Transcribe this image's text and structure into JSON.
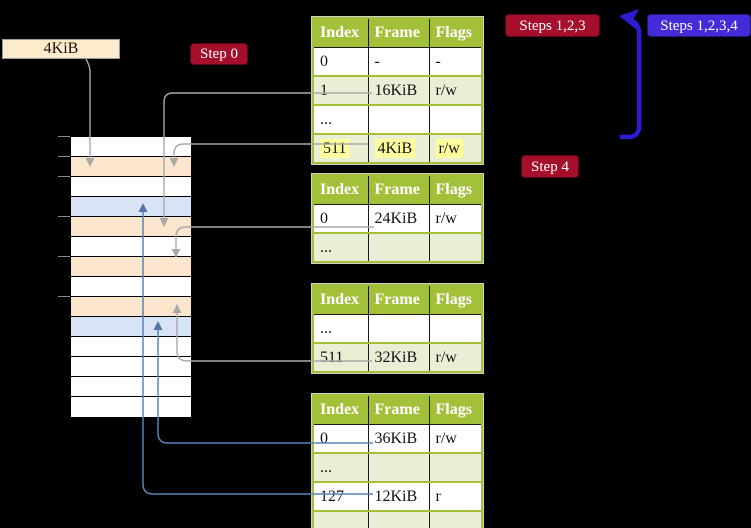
{
  "labels": {
    "frame_size": "4KiB",
    "step0": "Step 0",
    "steps123": "Steps 1,2,3",
    "steps1234": "Steps 1,2,3,4",
    "step4": "Step 4"
  },
  "memory": {
    "rows": [
      "white",
      "peach",
      "white",
      "blue",
      "peach",
      "white",
      "peach",
      "white",
      "peach",
      "blue",
      "white",
      "white",
      "white",
      "white"
    ]
  },
  "tables": [
    {
      "headers": [
        "Index",
        "Frame",
        "Flags"
      ],
      "rows": [
        {
          "shade": false,
          "highlight": false,
          "cells": [
            "0",
            "-",
            "-"
          ]
        },
        {
          "shade": true,
          "highlight": false,
          "cells": [
            "1",
            "16KiB",
            "r/w"
          ]
        },
        {
          "shade": false,
          "highlight": false,
          "cells": [
            "...",
            "",
            ""
          ]
        },
        {
          "shade": true,
          "highlight": true,
          "cells": [
            "511",
            "4KiB",
            "r/w"
          ]
        }
      ]
    },
    {
      "headers": [
        "Index",
        "Frame",
        "Flags"
      ],
      "rows": [
        {
          "shade": false,
          "highlight": false,
          "cells": [
            "0",
            "24KiB",
            "r/w"
          ]
        },
        {
          "shade": true,
          "highlight": false,
          "cells": [
            "...",
            "",
            ""
          ]
        }
      ]
    },
    {
      "headers": [
        "Index",
        "Frame",
        "Flags"
      ],
      "rows": [
        {
          "shade": false,
          "highlight": false,
          "cells": [
            "...",
            "",
            ""
          ]
        },
        {
          "shade": true,
          "highlight": false,
          "cells": [
            "511",
            "32KiB",
            "r/w"
          ]
        }
      ]
    },
    {
      "headers": [
        "Index",
        "Frame",
        "Flags"
      ],
      "rows": [
        {
          "shade": false,
          "highlight": false,
          "cells": [
            "0",
            "36KiB",
            "r/w"
          ]
        },
        {
          "shade": true,
          "highlight": false,
          "cells": [
            "...",
            "",
            ""
          ]
        },
        {
          "shade": false,
          "highlight": false,
          "cells": [
            "127",
            "12KiB",
            "r"
          ]
        },
        {
          "shade": true,
          "highlight": false,
          "cells": [
            "...",
            "",
            ""
          ]
        }
      ]
    }
  ],
  "colors": {
    "table_header_green": "#a2c139",
    "table_row_green": "#e9efd5",
    "memory_frame_peach": "#fce5cd",
    "memory_frame_blue": "#d8e4f5",
    "highlight_yellow": "#ffff9e",
    "frame_size_label_beige": "#fceccb",
    "step_badge_red": "#a50f2c",
    "steps_badge_blue": "#432bd9",
    "loop_arrow_blue": "#2c1dd2",
    "connector_gray": "#a9a9a9",
    "connector_blue": "#5b82b8"
  }
}
